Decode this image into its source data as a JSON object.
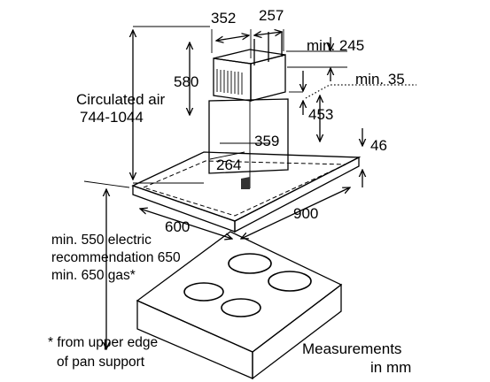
{
  "dimensions": {
    "d352": "352",
    "d257": "257",
    "min245": "min. 245",
    "min35": "min. 35",
    "d580": "580",
    "d453": "453",
    "d359": "359",
    "d264": "264",
    "d46": "46",
    "d600": "600",
    "d900": "900"
  },
  "labels": {
    "circulated_air_line1": "Circulated air",
    "circulated_air_line2": "744-1044",
    "clearance_line1": "min. 550 electric",
    "clearance_line2": "recommendation 650",
    "clearance_line3": "min. 650 gas*",
    "footnote_line1": "* from upper edge",
    "footnote_line2": "of pan support",
    "measurements_line1": "Measurements",
    "measurements_line2": "in mm"
  }
}
